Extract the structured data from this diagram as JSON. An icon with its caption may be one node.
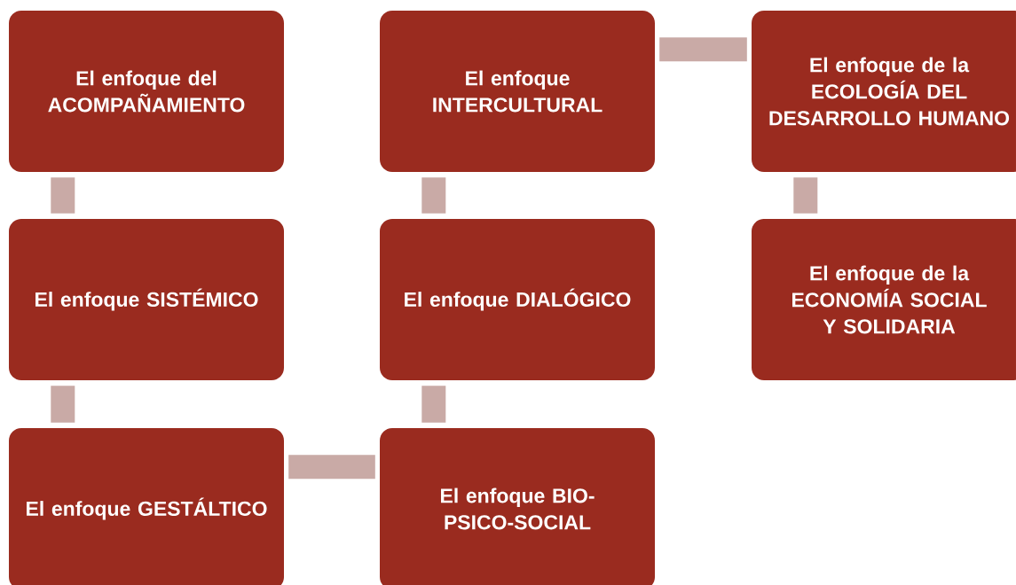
{
  "diagram": {
    "nodes": [
      {
        "text": [
          "El enfoque del ACOMPAÑAMIENTO"
        ]
      },
      {
        "text": [
          "El enfoque SISTÉMICO"
        ]
      },
      {
        "text": [
          "El enfoque GESTÁLTICO"
        ]
      },
      {
        "text": [
          "El enfoque BIO-PSICO-SOCIAL"
        ]
      },
      {
        "text": [
          "El enfoque DIALÓGICO"
        ]
      },
      {
        "text": [
          "El enfoque INTERCULTURAL"
        ]
      },
      {
        "text": [
          "El enfoque de la ECOLOGÍA DEL DESARROLLO HUMANO"
        ]
      },
      {
        "text": [
          "El enfoque de la ECONOMÍA SOCIAL Y SOLIDARIA"
        ]
      }
    ],
    "edges": [
      {
        "from": 0,
        "to": 1,
        "arrow": "none"
      },
      {
        "from": 1,
        "to": 2,
        "arrow": "none"
      },
      {
        "from": 2,
        "to": 3,
        "arrow": "none"
      },
      {
        "from": 3,
        "to": 4,
        "arrow": "none"
      },
      {
        "from": 4,
        "to": 5,
        "arrow": "none"
      },
      {
        "from": 5,
        "to": 6,
        "arrow": "none"
      },
      {
        "from": 6,
        "to": 7,
        "arrow": "none"
      }
    ]
  }
}
